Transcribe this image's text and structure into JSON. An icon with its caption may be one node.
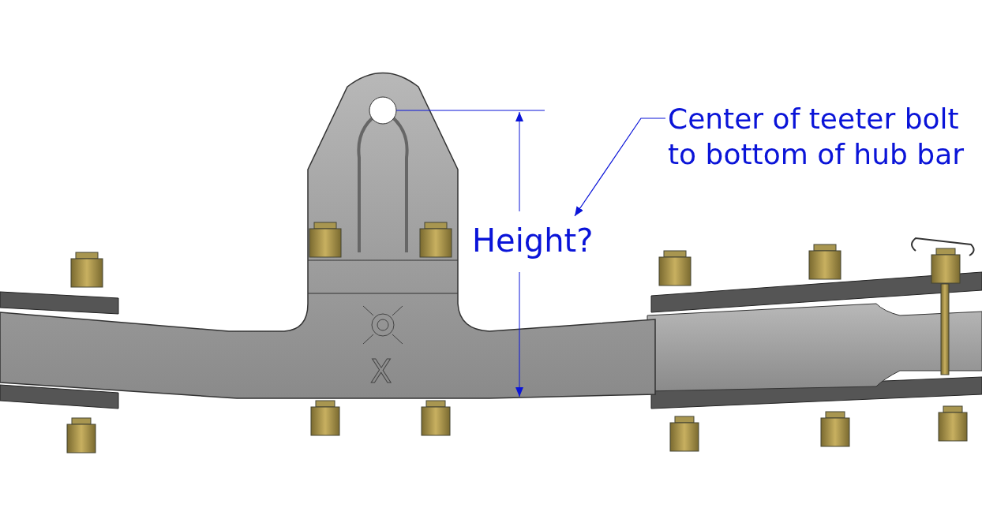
{
  "diagram": {
    "nodes": [
      {
        "text": [
          "Center of teeter bolt to bottom of hub bar"
        ]
      },
      {
        "text": [
          "Height?"
        ]
      }
    ],
    "edges": [
      {
        "from": 0,
        "to": 1,
        "arrow": "to"
      }
    ],
    "labels": [
      "X"
    ]
  }
}
